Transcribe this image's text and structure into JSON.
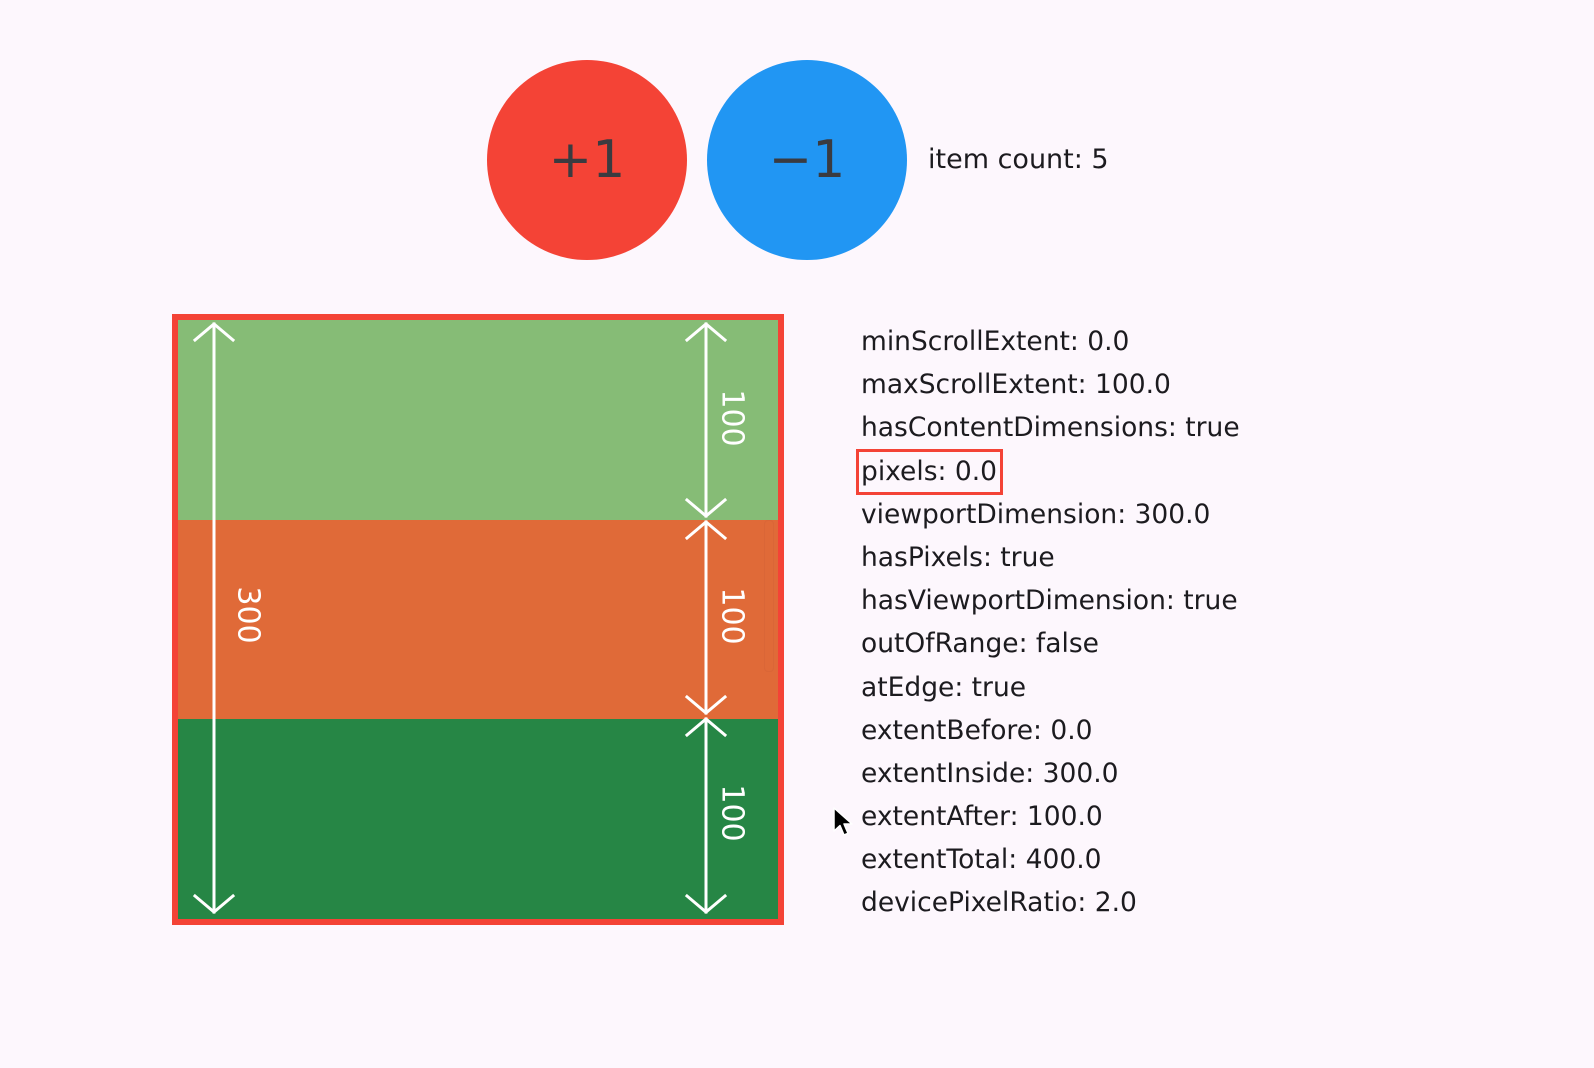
{
  "buttons": {
    "increment": {
      "label": "+1",
      "color": "#f44336"
    },
    "decrement": {
      "label": "−1",
      "color": "#2196f3"
    }
  },
  "item_count_text": "item count: 5",
  "viewport": {
    "border_color": "#f44336",
    "items": [
      {
        "color": "#86bc76",
        "height_label": "100"
      },
      {
        "color": "#e06a38",
        "height_label": "100"
      },
      {
        "color": "#268645",
        "height_label": "100"
      }
    ],
    "viewport_height_label": "300"
  },
  "metrics": [
    {
      "text": "minScrollExtent: 0.0",
      "highlighted": false
    },
    {
      "text": "maxScrollExtent: 100.0",
      "highlighted": false
    },
    {
      "text": "hasContentDimensions: true",
      "highlighted": false
    },
    {
      "text": "pixels: 0.0",
      "highlighted": true
    },
    {
      "text": "viewportDimension: 300.0",
      "highlighted": false
    },
    {
      "text": "hasPixels: true",
      "highlighted": false
    },
    {
      "text": "hasViewportDimension: true",
      "highlighted": false
    },
    {
      "text": "outOfRange: false",
      "highlighted": false
    },
    {
      "text": "atEdge: true",
      "highlighted": false
    },
    {
      "text": "extentBefore: 0.0",
      "highlighted": false
    },
    {
      "text": "extentInside: 300.0",
      "highlighted": false
    },
    {
      "text": "extentAfter: 100.0",
      "highlighted": false
    },
    {
      "text": "extentTotal: 400.0",
      "highlighted": false
    },
    {
      "text": "devicePixelRatio: 2.0",
      "highlighted": false
    }
  ]
}
